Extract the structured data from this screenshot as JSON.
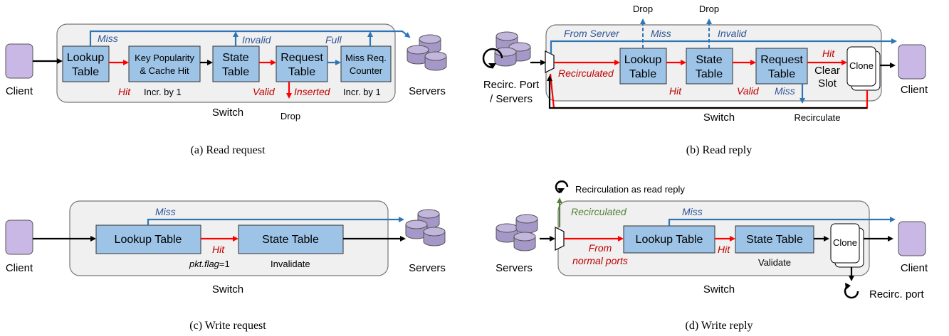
{
  "panel_a": {
    "client": "Client",
    "servers": "Servers",
    "switch": "Switch",
    "lookup_table": [
      "Lookup",
      "Table"
    ],
    "key_popularity": [
      "Key Popularity",
      "& Cache Hit"
    ],
    "state_table": [
      "State",
      "Table"
    ],
    "request_table": [
      "Request",
      "Table"
    ],
    "miss_counter": [
      "Miss Req.",
      "Counter"
    ],
    "miss": "Miss",
    "invalid": "Invalid",
    "full": "Full",
    "hit": "Hit",
    "valid": "Valid",
    "inserted": "Inserted",
    "incr1": "Incr. by 1",
    "incr2": "Incr. by 1",
    "drop": "Drop",
    "caption": "(a) Read request"
  },
  "panel_b": {
    "port_label": [
      "Recirc. Port",
      "/ Servers"
    ],
    "client": "Client",
    "switch": "Switch",
    "drop1": "Drop",
    "drop2": "Drop",
    "from_server": "From Server",
    "miss": "Miss",
    "invalid": "Invalid",
    "recirculated": "Recirculated",
    "lookup_table": [
      "Lookup",
      "Table"
    ],
    "state_table": [
      "State",
      "Table"
    ],
    "request_table": [
      "Request",
      "Table"
    ],
    "hit1": "Hit",
    "valid": "Valid",
    "hit2": "Hit",
    "miss2": "Miss",
    "clear_slot": [
      "Clear",
      "Slot"
    ],
    "clone": "Clone",
    "recirculate": "Recirculate",
    "caption": "(b) Read reply"
  },
  "panel_c": {
    "client": "Client",
    "servers": "Servers",
    "switch": "Switch",
    "miss": "Miss",
    "lookup_table": "Lookup Table",
    "state_table": "State Table",
    "hit": "Hit",
    "pkt_flag_name": "pkt.flag",
    "pkt_flag_value": "=1",
    "invalidate": "Invalidate",
    "caption": "(c) Write request"
  },
  "panel_d": {
    "recirc_as_read": "Recirculation as read reply",
    "recirculated": "Recirculated",
    "miss": "Miss",
    "servers": "Servers",
    "from_normal": [
      "From",
      "normal ports"
    ],
    "lookup_table": "Lookup Table",
    "state_table": "State Table",
    "hit": "Hit",
    "validate": "Validate",
    "clone": "Clone",
    "client": "Client",
    "switch": "Switch",
    "recirc_port": "Recirc. port",
    "caption": "(d) Write reply"
  },
  "colors": {
    "table_fill": "#9dc3e6",
    "client_fill": "#c9b8e6",
    "server_fill": "#a697c9",
    "switch_fill": "#f0f0f0",
    "blue": "#2e75b6",
    "blue_text": "#2e5597",
    "red": "#ff0000",
    "red_text": "#c00000",
    "green": "#548235"
  }
}
